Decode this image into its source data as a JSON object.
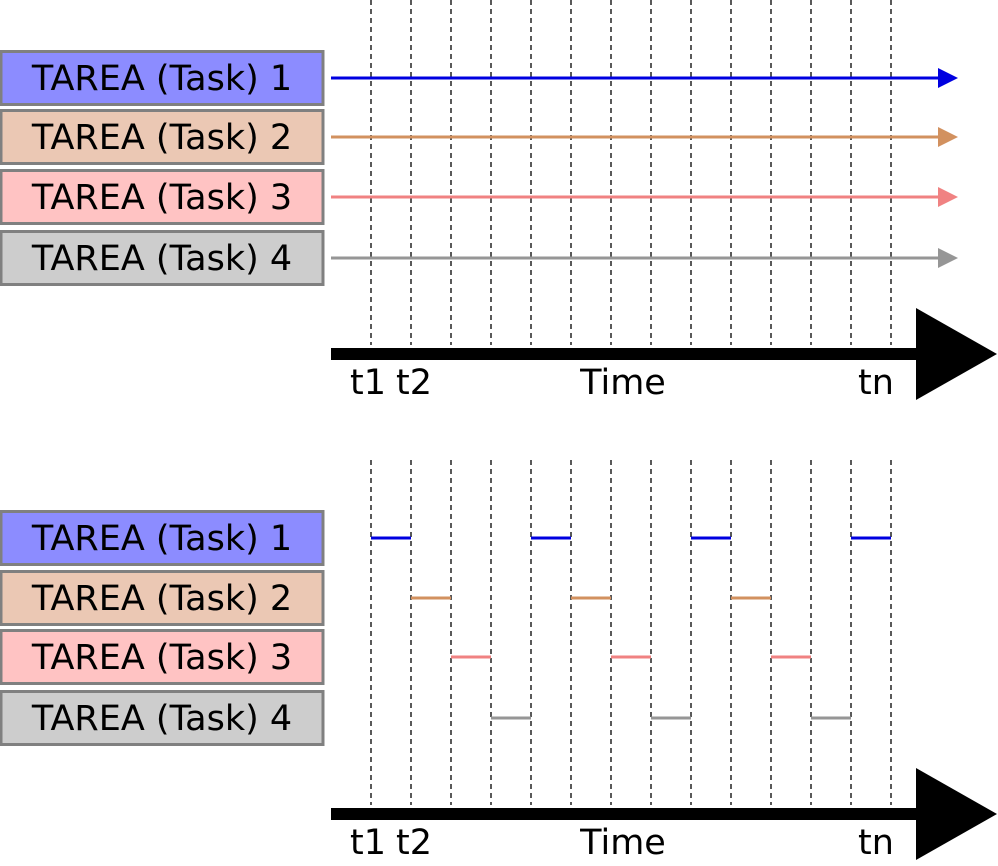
{
  "diagram": {
    "colors": {
      "grid": "#000000",
      "axis": "#000000",
      "box_border": "#808080"
    },
    "tasks": [
      {
        "label": "TAREA (Task) 1",
        "fill": "#8c8cff",
        "line": "#0000e0"
      },
      {
        "label": "TAREA (Task) 2",
        "fill": "#ebc8b4",
        "line": "#d2915f"
      },
      {
        "label": "TAREA (Task) 3",
        "fill": "#ffc3c3",
        "line": "#f08282"
      },
      {
        "label": "TAREA (Task) 4",
        "fill": "#cdcdcd",
        "line": "#969696"
      }
    ],
    "time_slots": 13,
    "panels": [
      {
        "mode": "parallel",
        "axis": {
          "label": "Time",
          "start_labels": [
            "t1",
            "t2"
          ],
          "end_label": "tn"
        }
      },
      {
        "mode": "interleaved",
        "slot_task_index": [
          0,
          1,
          2,
          3,
          0,
          1,
          2,
          3,
          0,
          1,
          2,
          3,
          0
        ],
        "axis": {
          "label": "Time",
          "start_labels": [
            "t1",
            "t2"
          ],
          "end_label": "tn"
        }
      }
    ]
  }
}
